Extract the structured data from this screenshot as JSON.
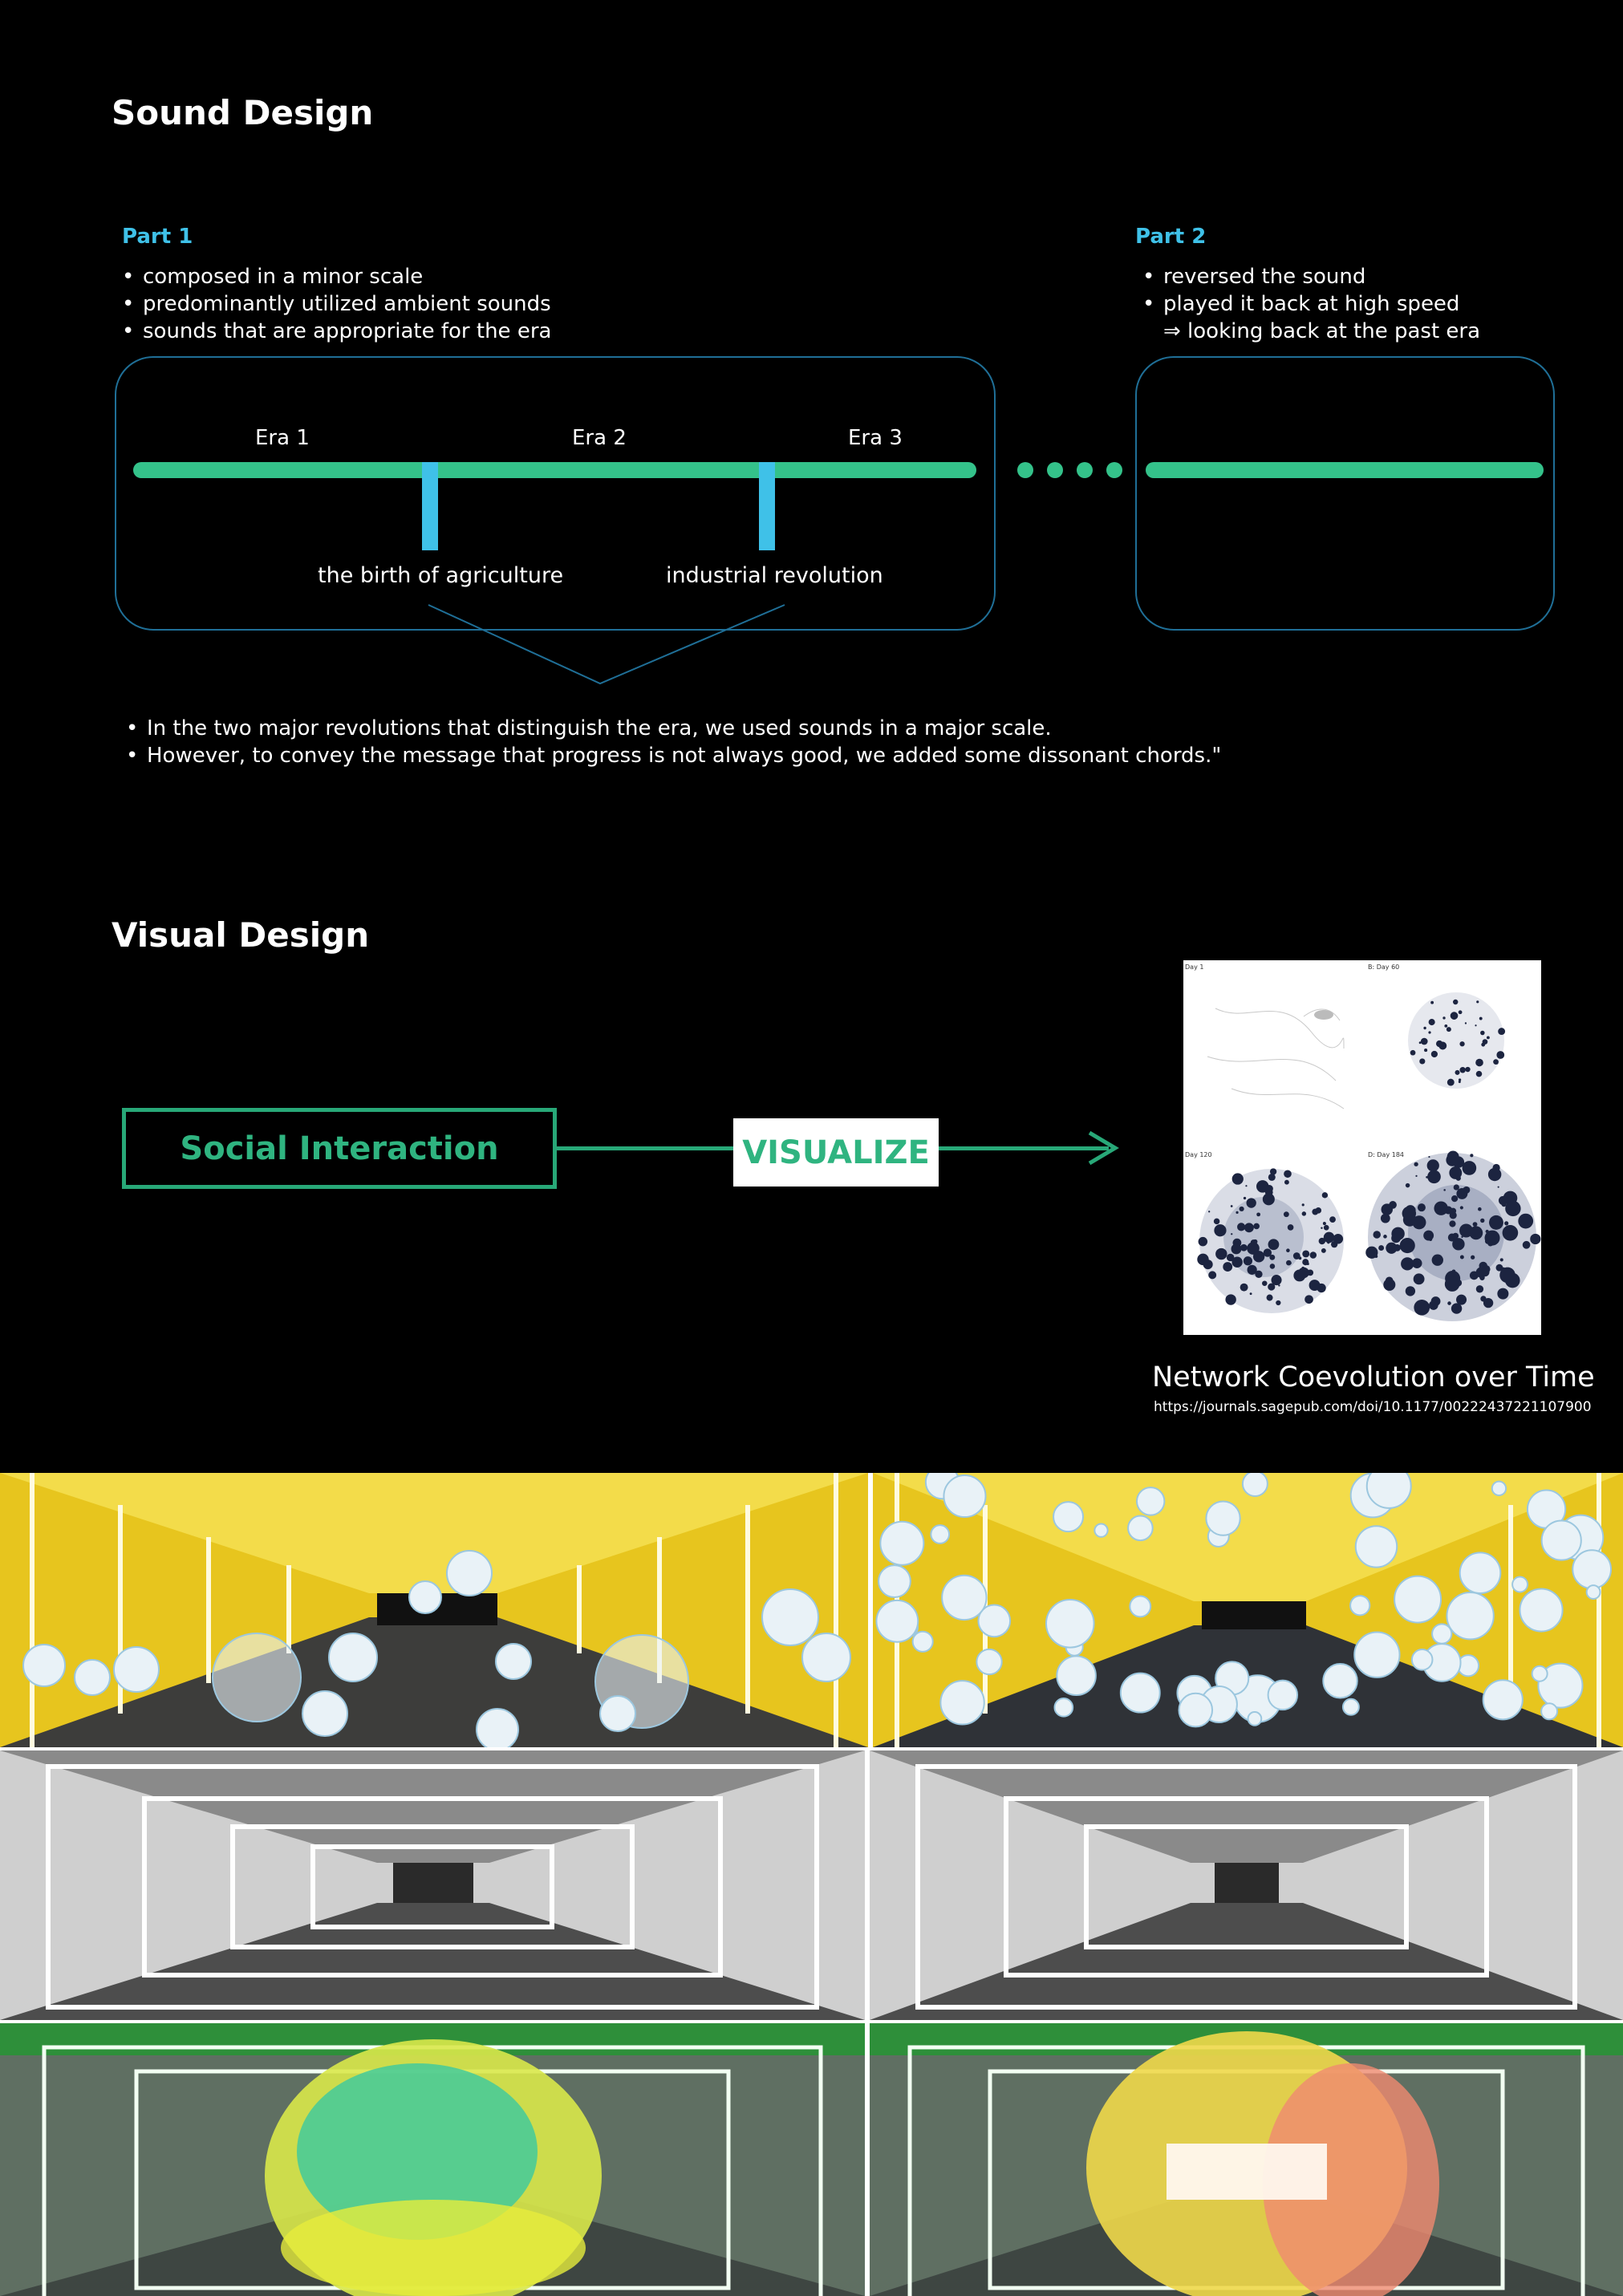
{
  "sound": {
    "title": "Sound Design",
    "part1": {
      "label": "Part 1",
      "bullets": [
        "composed in a minor scale",
        "predominantly utilized ambient sounds",
        "sounds that are appropriate for the era"
      ]
    },
    "part2": {
      "label": "Part 2",
      "bullets": [
        "reversed the sound",
        "played it back at high speed"
      ],
      "continuation": "⇒ looking back at the past era"
    },
    "eras": [
      "Era 1",
      "Era 2",
      "Era 3"
    ],
    "events": [
      "the birth of agriculture",
      "industrial revolution"
    ],
    "notes": [
      "In the two major revolutions that distinguish the era, we used sounds in a major scale.",
      "However, to convey the message that progress is not always good, we added some dissonant chords.\""
    ],
    "colors": {
      "timeline": "#34c28a",
      "tick": "#3fc1e8",
      "box_border": "#1f6f97"
    }
  },
  "visual": {
    "title": "Visual Design",
    "source_label": "Social Interaction",
    "action_label": "VISUALIZE",
    "figure_panels": [
      "Day 1",
      "B: Day 60",
      "Day 120",
      "D: Day 184"
    ],
    "caption": "Network Coevolution over Time",
    "url": "https://journals.sagepub.com/doi/10.1177/00222437221107900",
    "colors": {
      "accent": "#2fb480"
    }
  },
  "renders": [
    {
      "name": "yellow-hall-bubbles-1",
      "palette": "yellow"
    },
    {
      "name": "yellow-hall-bubbles-2",
      "palette": "yellow"
    },
    {
      "name": "gray-hall-1",
      "palette": "gray"
    },
    {
      "name": "gray-hall-2",
      "palette": "gray"
    },
    {
      "name": "green-hall-particles-1",
      "palette": "green"
    },
    {
      "name": "green-hall-particles-2",
      "palette": "green"
    }
  ]
}
